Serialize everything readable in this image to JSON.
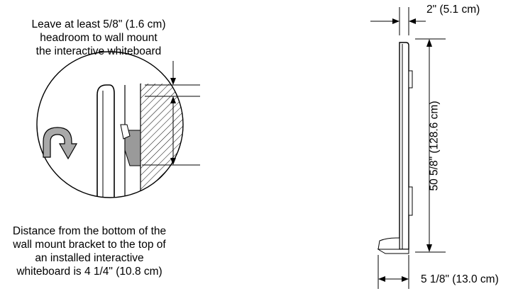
{
  "headroom_note": {
    "line1": "Leave at least 5/8\" (1.6 cm)",
    "line2": "headroom to wall mount",
    "line3": "the interactive whiteboard"
  },
  "bracket_note": {
    "line1": "Distance from the bottom of the",
    "line2": "wall mount bracket to the top of",
    "line3": "an installed interactive",
    "line4": "whiteboard is 4 1/4\" (10.8 cm)"
  },
  "dimensions": {
    "depth_top": "2\" (5.1 cm)",
    "height": "50 5/8\" (128.6 cm)",
    "depth_bottom": "5 1/8\" (13.0 cm)"
  },
  "icons": {
    "rotate": "u-turn-arrow-icon"
  },
  "colors": {
    "line": "#000000",
    "arrow_fill": "#a9a9a9",
    "bracket_fill": "#9a9a9a"
  }
}
